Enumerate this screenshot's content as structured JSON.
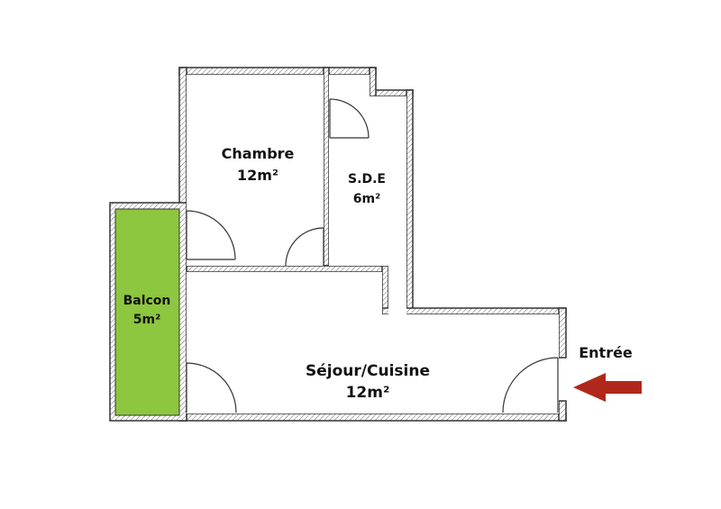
{
  "floor_plan": {
    "rooms": [
      {
        "id": "chambre",
        "name": "Chambre",
        "area": "12m²"
      },
      {
        "id": "sde",
        "name": "S.D.E",
        "area": "6m²"
      },
      {
        "id": "balcon",
        "name": "Balcon",
        "area": "5m²"
      },
      {
        "id": "sejour",
        "name": "Séjour/Cuisine",
        "area": "12m²"
      }
    ],
    "entrance_label": "Entrée",
    "colors": {
      "balcony_fill": "#8dc63f",
      "entrance_arrow": "#b0281b",
      "wall": "#333333"
    }
  }
}
